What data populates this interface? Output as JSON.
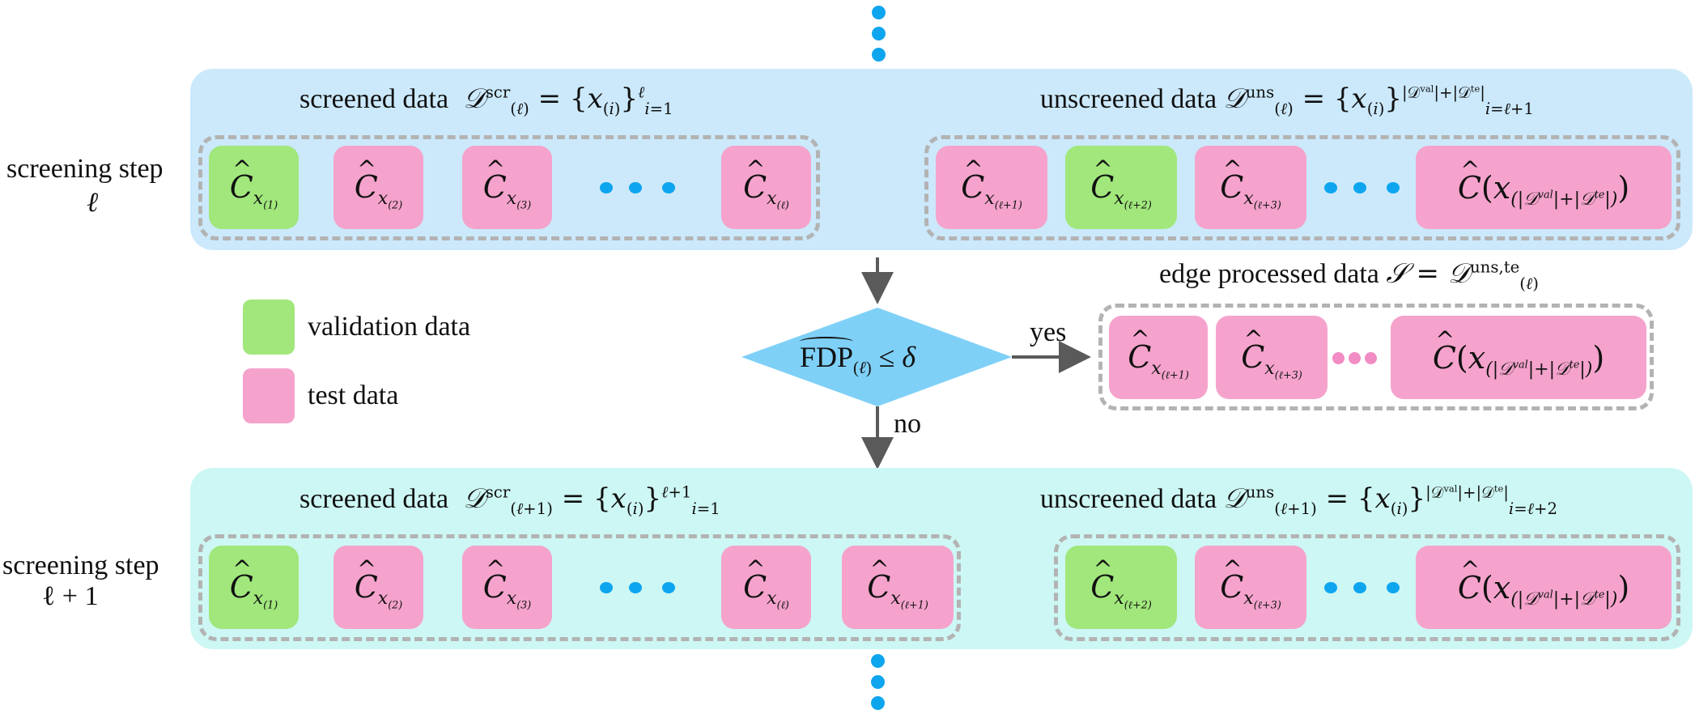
{
  "steps": {
    "top": {
      "label_line1": "screening step",
      "label_line2": "ℓ",
      "screened_label": "screened data",
      "unscreened_label": "unscreened data"
    },
    "bottom": {
      "label_line1": "screening step",
      "label_line2": "ℓ + 1",
      "screened_label": "screened data",
      "unscreened_label": "unscreened data"
    }
  },
  "legend": {
    "validation": "validation data",
    "test": "test data",
    "colors": {
      "validation": "#a1e77c",
      "test": "#f5a3cc"
    }
  },
  "decision": {
    "yes_label": "yes",
    "no_label": "no",
    "edge_label": "edge processed data"
  },
  "colors": {
    "panel_top": "#cbe9fb",
    "panel_bottom": "#cdf7f4",
    "diamond": "#7fd0f7",
    "dots": "#0ea5ef",
    "arrow": "#5a5a5a",
    "dash": "#b3b3b3"
  }
}
